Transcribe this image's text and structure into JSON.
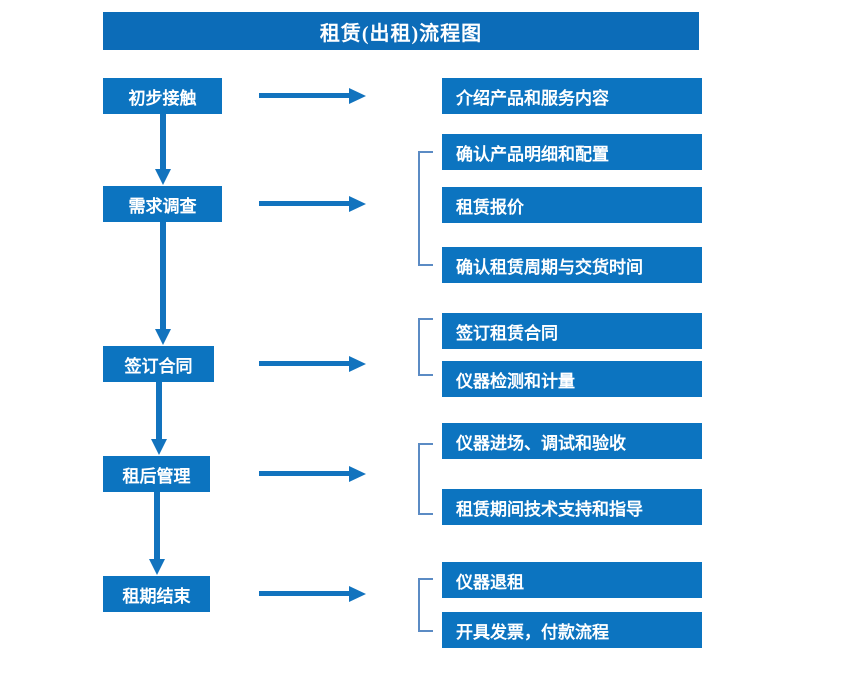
{
  "diagram": {
    "title": "租赁(出租)流程图",
    "colors": {
      "title_bar": "#0C6CB8",
      "node_fill": "#0C74C0",
      "node_text": "#FFFFFF",
      "arrow": "#1273BE",
      "bracket": "#5B8BC4",
      "background": "#FFFFFF"
    },
    "stages": [
      {
        "id": "stage-1",
        "label": "初步接触",
        "details": [
          {
            "label": "介绍产品和服务内容"
          }
        ],
        "has_bracket": false
      },
      {
        "id": "stage-2",
        "label": "需求调查",
        "details": [
          {
            "label": "确认产品明细和配置"
          },
          {
            "label": "租赁报价"
          },
          {
            "label": "确认租赁周期与交货时间"
          }
        ],
        "has_bracket": true
      },
      {
        "id": "stage-3",
        "label": "签订合同",
        "details": [
          {
            "label": "签订租赁合同"
          },
          {
            "label": "仪器检测和计量"
          }
        ],
        "has_bracket": true
      },
      {
        "id": "stage-4",
        "label": "租后管理",
        "details": [
          {
            "label": "仪器进场、调试和验收"
          },
          {
            "label": "租赁期间技术支持和指导"
          }
        ],
        "has_bracket": true
      },
      {
        "id": "stage-5",
        "label": "租期结束",
        "details": [
          {
            "label": "仪器退租"
          },
          {
            "label": "开具发票，付款流程"
          }
        ],
        "has_bracket": true
      }
    ],
    "connectors": {
      "horizontal_arrow_icon": "arrow-right-icon",
      "vertical_arrow_icon": "arrow-down-icon",
      "bracket_icon": "bracket-left-icon"
    }
  }
}
